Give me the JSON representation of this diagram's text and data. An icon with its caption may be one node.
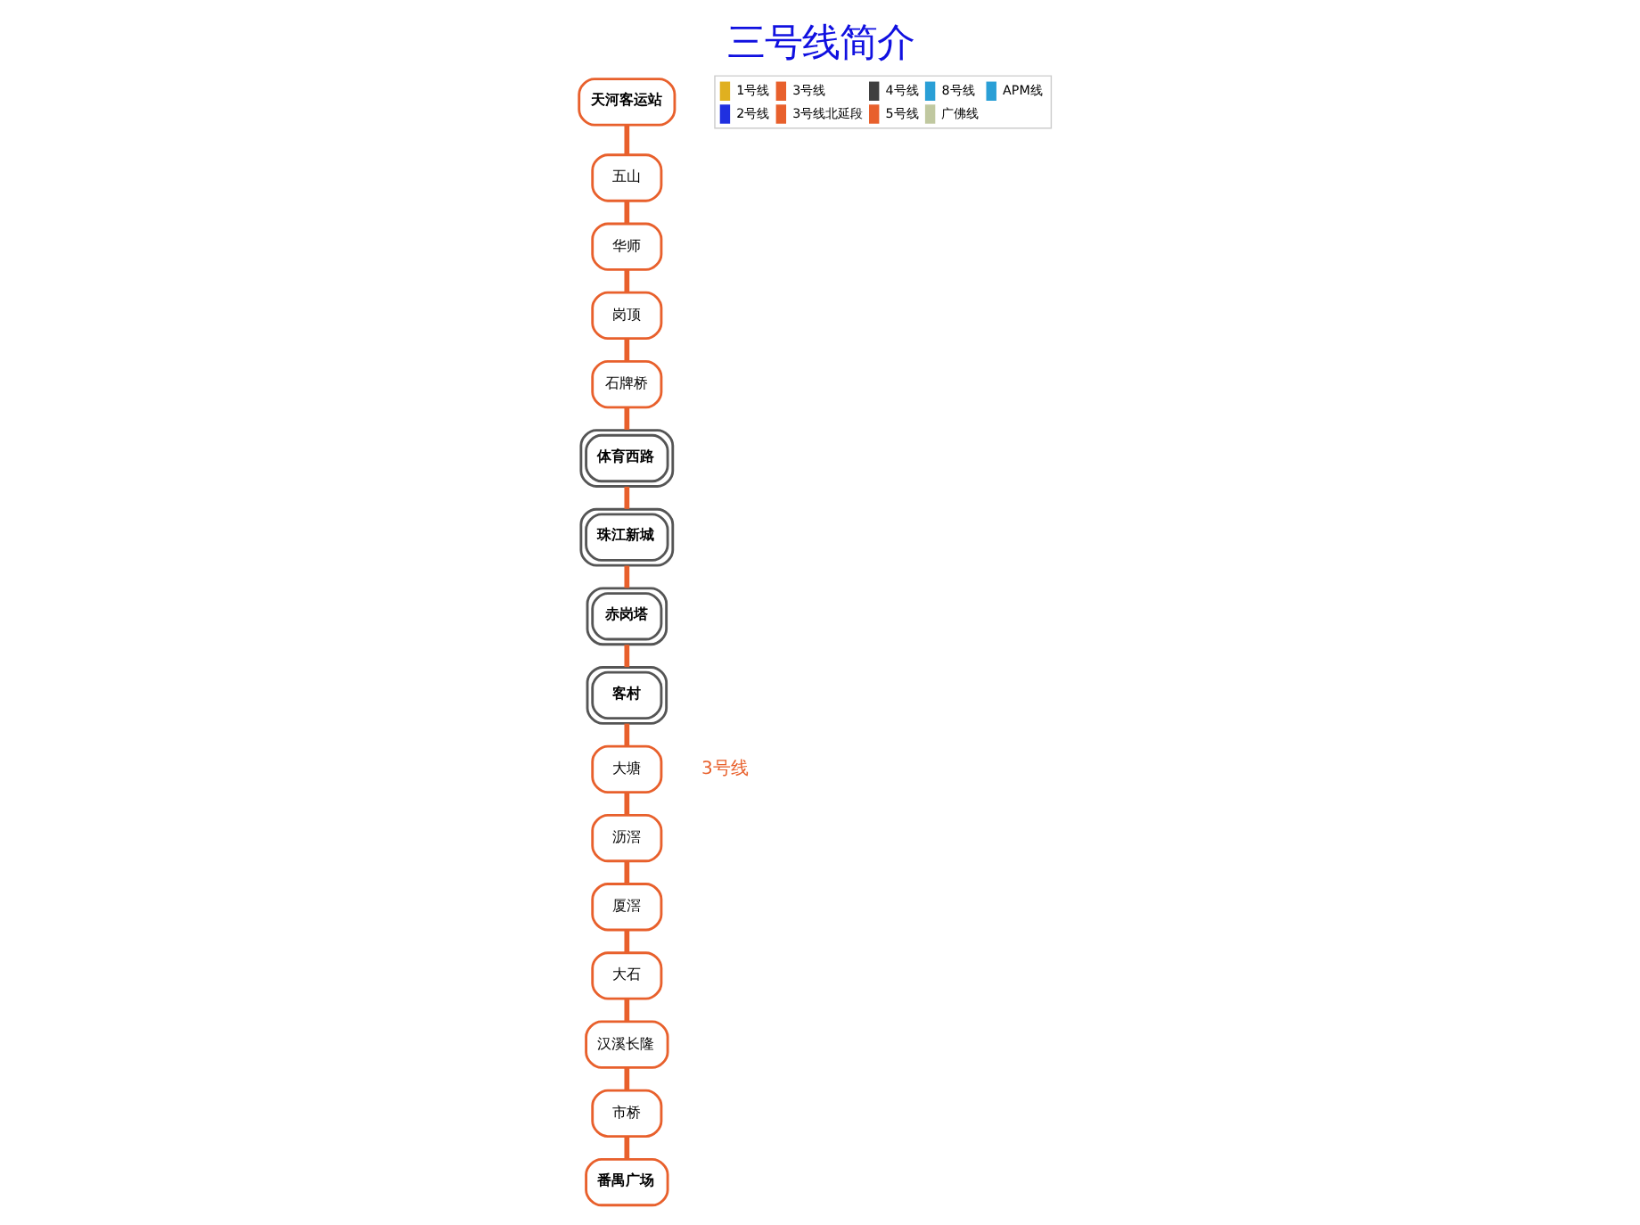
{
  "diagram": {
    "title": "三号线简介",
    "nodes": [
      {
        "text": [
          "天河客运站"
        ]
      },
      {
        "text": [
          "五山"
        ]
      },
      {
        "text": [
          "华师"
        ]
      },
      {
        "text": [
          "岗顶"
        ]
      },
      {
        "text": [
          "石牌桥"
        ]
      },
      {
        "text": [
          "体育西路"
        ]
      },
      {
        "text": [
          "珠江新城"
        ]
      },
      {
        "text": [
          "赤岗塔"
        ]
      },
      {
        "text": [
          "客村"
        ]
      },
      {
        "text": [
          "大塘"
        ]
      },
      {
        "text": [
          "沥滘"
        ]
      },
      {
        "text": [
          "厦滘"
        ]
      },
      {
        "text": [
          "大石"
        ]
      },
      {
        "text": [
          "汉溪长隆"
        ]
      },
      {
        "text": [
          "市桥"
        ]
      },
      {
        "text": [
          "番禺广场"
        ]
      }
    ],
    "edges": [
      {
        "from": 0,
        "to": 1,
        "arrow": "none"
      },
      {
        "from": 1,
        "to": 2,
        "arrow": "none"
      },
      {
        "from": 2,
        "to": 3,
        "arrow": "none"
      },
      {
        "from": 3,
        "to": 4,
        "arrow": "none"
      },
      {
        "from": 4,
        "to": 5,
        "arrow": "none"
      },
      {
        "from": 5,
        "to": 6,
        "arrow": "none"
      },
      {
        "from": 6,
        "to": 7,
        "arrow": "none"
      },
      {
        "from": 7,
        "to": 8,
        "arrow": "none"
      },
      {
        "from": 8,
        "to": 9,
        "arrow": "none"
      },
      {
        "from": 9,
        "to": 10,
        "arrow": "none"
      },
      {
        "from": 10,
        "to": 11,
        "arrow": "none"
      },
      {
        "from": 11,
        "to": 12,
        "arrow": "none"
      },
      {
        "from": 12,
        "to": 13,
        "arrow": "none"
      },
      {
        "from": 13,
        "to": 14,
        "arrow": "none"
      },
      {
        "from": 14,
        "to": 15,
        "arrow": "none"
      }
    ],
    "labels": [
      "3号线"
    ],
    "legend": [
      {
        "text": "1号线",
        "color": "#e0b020"
      },
      {
        "text": "3号线",
        "color": "#e8602c"
      },
      {
        "text": "4号线",
        "color": "#404040"
      },
      {
        "text": "8号线",
        "color": "#2a9fd6"
      },
      {
        "text": "APM线",
        "color": "#2a9fd6"
      },
      {
        "text": "2号线",
        "color": "#2030e0"
      },
      {
        "text": "3号线北延段",
        "color": "#e8602c"
      },
      {
        "text": "5号线",
        "color": "#e8602c"
      },
      {
        "text": "广佛线",
        "color": "#c0c8a0"
      }
    ]
  }
}
